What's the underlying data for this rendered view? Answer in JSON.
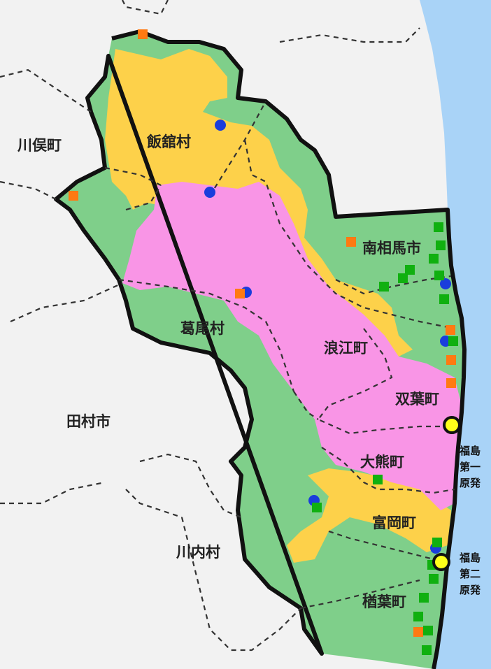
{
  "map": {
    "colors": {
      "sea": "#a9d3f7",
      "outside": "#f2f2f2",
      "green_zone": "#7fcf8a",
      "yellow_zone": "#fdd14a",
      "pink_zone": "#f995e6",
      "border": "#111111",
      "marker_blue": "#1a3ddc",
      "marker_green": "#10b010",
      "marker_orange": "#ff7a12",
      "plant_fill": "#ffff1a"
    },
    "labels": {
      "kawamata": "川俣町",
      "iitate": "飯舘村",
      "minamisoma": "南相馬市",
      "katsurao": "葛尾村",
      "namie": "浪江町",
      "futaba": "双葉町",
      "tamura": "田村市",
      "okuma": "大熊町",
      "tomioka": "富岡町",
      "kawauchi": "川内村",
      "naraha": "楢葉町"
    },
    "plants": [
      {
        "id": "daiichi",
        "lines": [
          "福島",
          "第一",
          "原発"
        ]
      },
      {
        "id": "daini",
        "lines": [
          "福島",
          "第二",
          "原発"
        ]
      }
    ]
  }
}
